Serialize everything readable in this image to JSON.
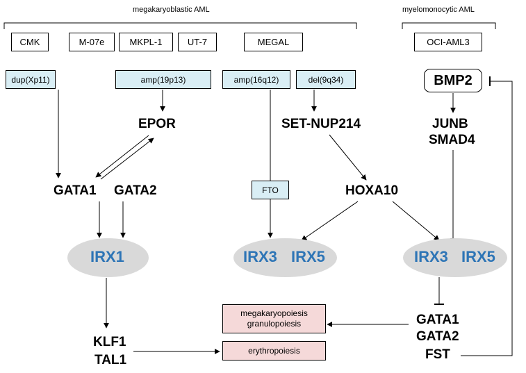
{
  "headers": {
    "megakaryoblastic": "megakaryoblastic AML",
    "myelomonocytic": "myelomonocytic AML"
  },
  "cell_lines": [
    "CMK",
    "M-07e",
    "MKPL-1",
    "UT-7",
    "MEGAL",
    "OCI-AML3"
  ],
  "aberrations": [
    "dup(Xp11)",
    "amp(19p13)",
    "amp(16q12)",
    "del(9q34)"
  ],
  "genes": {
    "epor": "EPOR",
    "set_nup214": "SET-NUP214",
    "junb": "JUNB",
    "smad4": "SMAD4",
    "bmp2": "BMP2",
    "gata1_left": "GATA1",
    "gata2_left": "GATA2",
    "fto": "FTO",
    "hoxa10": "HOXA10",
    "klf1": "KLF1",
    "tal1": "TAL1",
    "gata1_right": "GATA1",
    "gata2_right": "GATA2",
    "fst": "FST"
  },
  "irx": {
    "irx1": "IRX1",
    "irx3_mid": "IRX3",
    "irx5_mid": "IRX5",
    "irx3_right": "IRX3",
    "irx5_right": "IRX5"
  },
  "processes": {
    "megakaryopoiesis": "megakaryopoiesis",
    "granulopoiesis": "granulopoiesis",
    "erythropoiesis": "erythropoiesis"
  },
  "colors": {
    "irx_text": "#2e75b6",
    "aberration_fill": "#d9eef5",
    "process_fill": "#f5d9d9",
    "ellipse_fill": "#d9d9d9"
  }
}
